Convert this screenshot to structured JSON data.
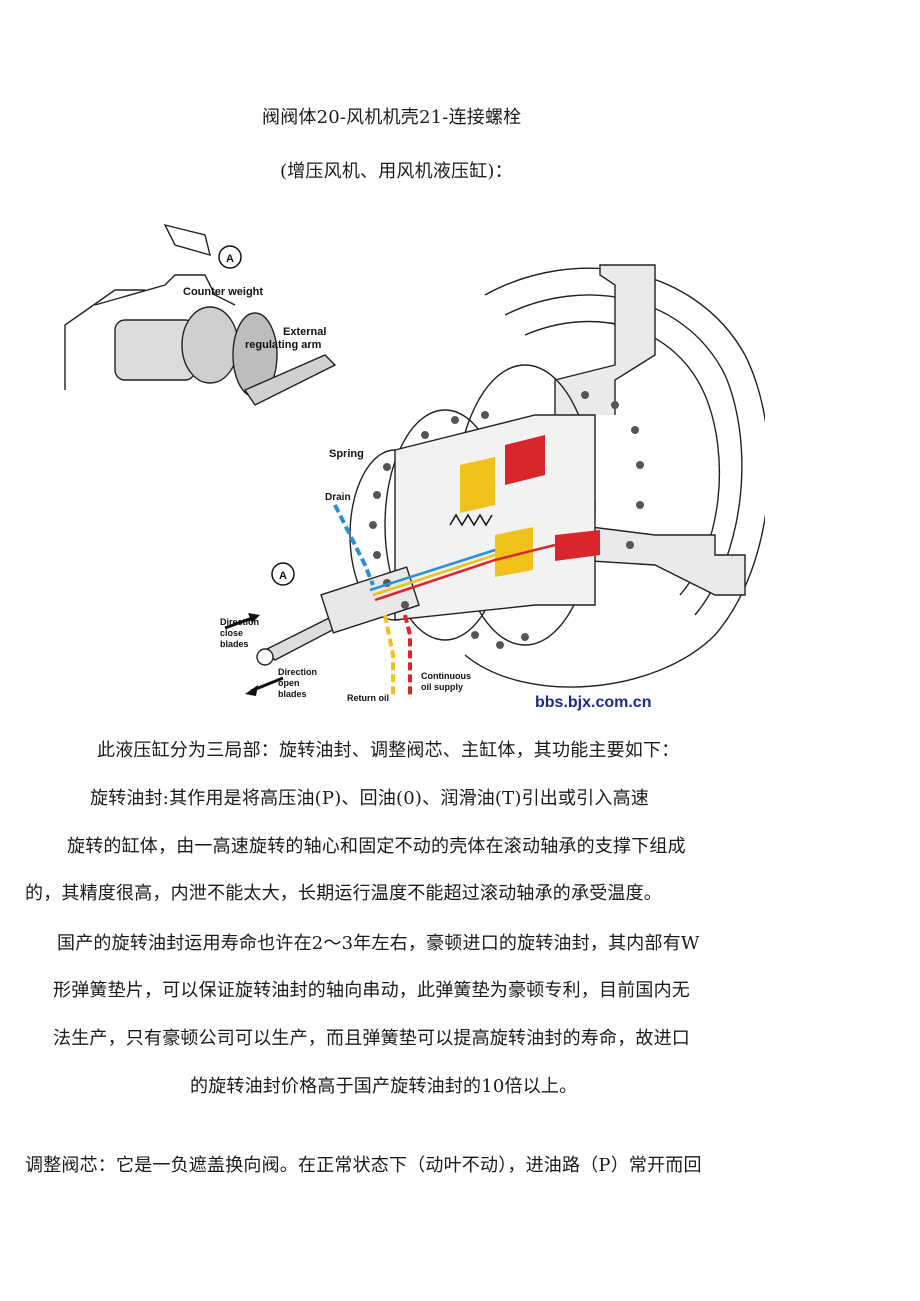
{
  "header": {
    "title_line1": "阀阀体20-风机机壳21-连接螺栓",
    "title_line2": "(增压风机、用风机液压缸)："
  },
  "figure": {
    "labels": {
      "marker_a": "A",
      "counter_weight": "Counter weight",
      "external_arm_1": "External",
      "external_arm_2": "regulating arm",
      "spring": "Spring",
      "drain": "Drain",
      "direction_close_1": "Direction",
      "direction_close_2": "close",
      "direction_close_3": "blades",
      "direction_open_1": "Direction",
      "direction_open_2": "open",
      "direction_open_3": "blades",
      "return_oil": "Return oil",
      "continuous_1": "Continuous",
      "continuous_2": "oil supply"
    },
    "watermark": "bbs.bjx.com.cn",
    "colors": {
      "drain": "#2a8fd6",
      "supply": "#d9262c",
      "return": "#f1c21b",
      "outline": "#222222"
    }
  },
  "body": {
    "p1": "此液压缸分为三局部：旋转油封、调整阀芯、主缸体，其功能主要如下：",
    "p2_l1": "旋转油封:其作用是将高压油(P)、回油(0)、润滑油(T)引出或引入高速",
    "p2_l2": "旋转的缸体，由一高速旋转的轴心和固定不动的壳体在滚动轴承的支撑下组成",
    "p2_l3": "的，其精度很高，内泄不能太大，长期运行温度不能超过滚动轴承的承受温度。",
    "p3_l1": "国产的旋转油封运用寿命也许在2～3年左右，豪顿进口的旋转油封，其内部有W",
    "p3_l2": "形弹簧垫片，可以保证旋转油封的轴向串动，此弹簧垫为豪顿专利，目前国内无",
    "p3_l3": "法生产，只有豪顿公司可以生产，而且弹簧垫可以提高旋转油封的寿命，故进口",
    "p3_l4": "的旋转油封价格高于国产旋转油封的10倍以上。",
    "p4": "调整阀芯：它是一负遮盖换向阀。在正常状态下（动叶不动），进油路（P）常开而回"
  }
}
